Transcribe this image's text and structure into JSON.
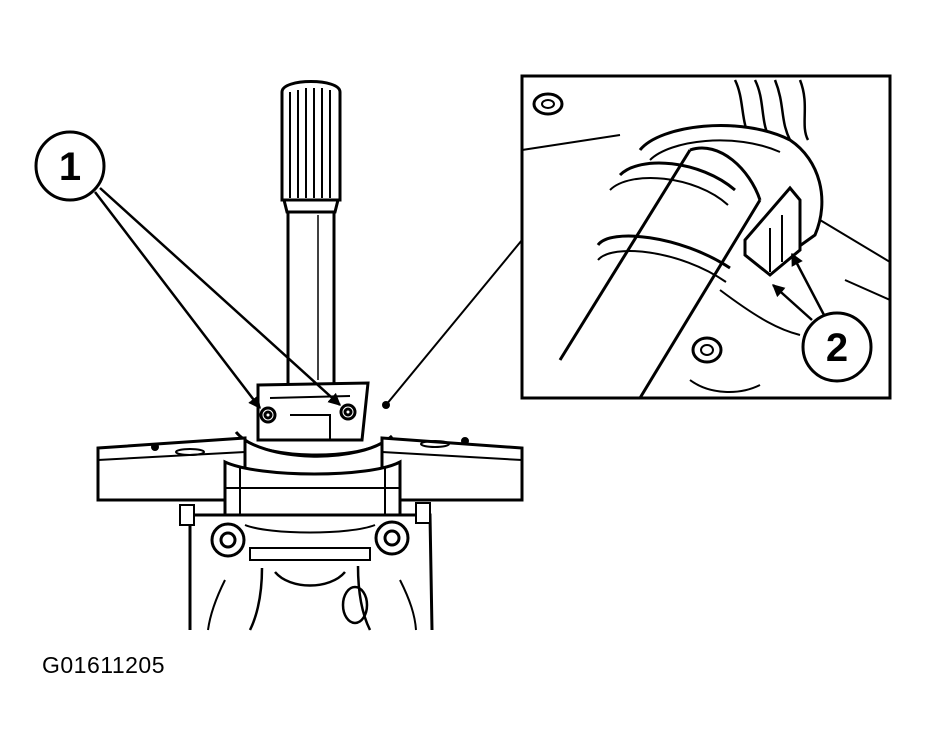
{
  "callouts": {
    "one": {
      "label": "1"
    },
    "two": {
      "label": "2"
    }
  },
  "figure_code": "G01611205",
  "colors": {
    "ink": "#000000",
    "paper": "#ffffff"
  }
}
